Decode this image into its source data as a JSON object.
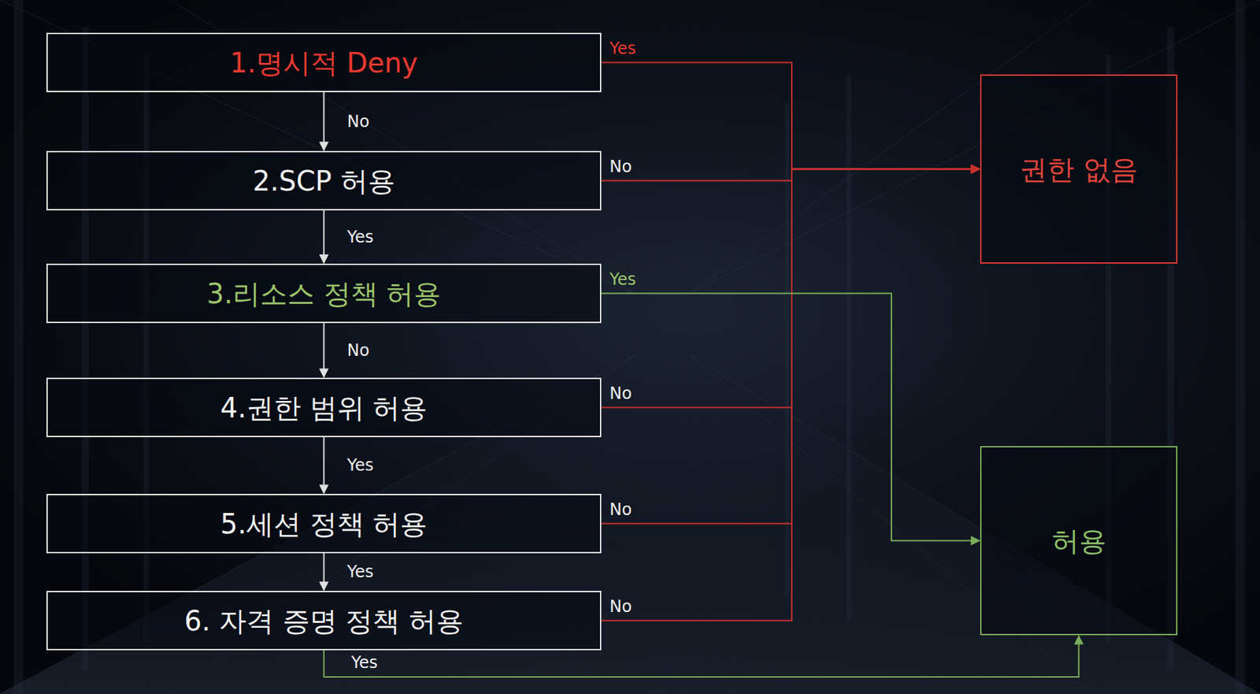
{
  "diagram": {
    "nodes": [
      {
        "text": [
          "1.명시적 Deny"
        ]
      },
      {
        "text": [
          "2.SCP 허용"
        ]
      },
      {
        "text": [
          "3.리소스 정책 허용"
        ]
      },
      {
        "text": [
          "4.권한 범위 허용"
        ]
      },
      {
        "text": [
          "5.세션 정책 허용"
        ]
      },
      {
        "text": [
          "6. 자격 증명 정책 허용"
        ]
      },
      {
        "text": [
          "권한 없음"
        ]
      },
      {
        "text": [
          "허용"
        ]
      }
    ],
    "edges": [
      {
        "from": 0,
        "to": 1,
        "arrow": "to",
        "label": "No"
      },
      {
        "from": 1,
        "to": 2,
        "arrow": "to",
        "label": "Yes"
      },
      {
        "from": 2,
        "to": 3,
        "arrow": "to",
        "label": "No"
      },
      {
        "from": 3,
        "to": 4,
        "arrow": "to",
        "label": "Yes"
      },
      {
        "from": 4,
        "to": 5,
        "arrow": "to",
        "label": "Yes"
      },
      {
        "from": 0,
        "to": 6,
        "arrow": "to",
        "label": "Yes"
      },
      {
        "from": 1,
        "to": 6,
        "arrow": "to",
        "label": "No"
      },
      {
        "from": 3,
        "to": 6,
        "arrow": "to",
        "label": "No"
      },
      {
        "from": 4,
        "to": 6,
        "arrow": "to",
        "label": "No"
      },
      {
        "from": 5,
        "to": 6,
        "arrow": "to",
        "label": "No"
      },
      {
        "from": 2,
        "to": 7,
        "arrow": "to",
        "label": "Yes"
      },
      {
        "from": 5,
        "to": 7,
        "arrow": "to",
        "label": "Yes"
      }
    ]
  }
}
